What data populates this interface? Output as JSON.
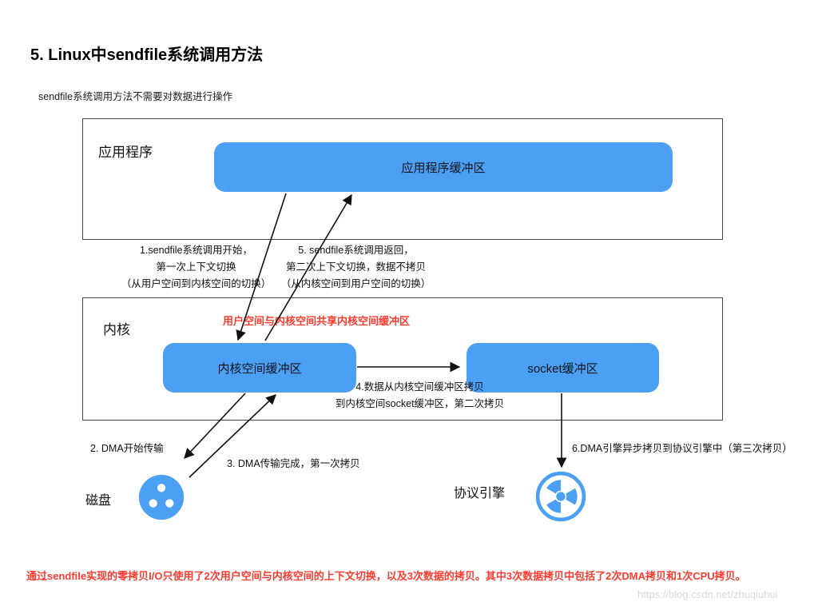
{
  "page": {
    "title": "5. Linux中sendfile系统调用方法",
    "subtitle": "sendfile系统调用方法不需要对数据进行操作",
    "footer_note": "通过sendfile实现的零拷贝I/O只使用了2次用户空间与内核空间的上下文切换，以及3次数据的拷贝。其中3次数据拷贝中包括了2次DMA拷贝和1次CPU拷贝。",
    "watermark": "https://blog.csdn.net/zhuqiuhui"
  },
  "diagram": {
    "user_space_box": {
      "label": "应用程序",
      "buffer_label": "应用程序缓冲区"
    },
    "kernel_box": {
      "label": "内核",
      "shared_note": "用户空间与内核空间共享内核空间缓冲区",
      "kernel_buffer_label": "内核空间缓冲区",
      "socket_buffer_label": "socket缓冲区"
    },
    "annotations": {
      "step1_line1": "1.sendfile系统调用开始，",
      "step1_line2": "第一次上下文切换",
      "step1_line3": "（从用户空间到内核空间的切换）",
      "step5_line1": "5. sendfile系统调用返回，",
      "step5_line2": "第二次上下文切换，数据不拷贝",
      "step5_line3": "（从内核空间到用户空间的切换）",
      "step4_line1": "4.数据从内核空间缓冲区拷贝",
      "step4_line2": "到内核空间socket缓冲区，第二次拷贝",
      "step2": "2. DMA开始传输",
      "step3": "3. DMA传输完成，第一次拷贝",
      "step6": "6.DMA引擎异步拷贝到协议引擎中（第三次拷贝）"
    },
    "nodes": {
      "disk_label": "磁盘",
      "protocol_engine_label": "协议引擎"
    },
    "colors": {
      "buffer_blue": "#4BA0F4",
      "note_red": "#FF3B30",
      "watermark_gray": "#D9D9D9"
    }
  }
}
